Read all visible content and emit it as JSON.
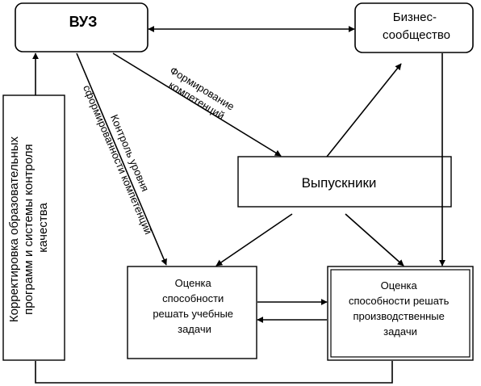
{
  "nodes": {
    "vuz": "ВУЗ",
    "business": [
      "Бизнес-",
      "сообщество"
    ],
    "graduates": "Выпускники",
    "edu_tasks": [
      "Оценка",
      "способности",
      "решать учебные",
      "задачи"
    ],
    "prod_tasks": [
      "Оценка",
      "способности решать",
      "производственные",
      "задачи"
    ],
    "correction": [
      "Корректировка образовательных",
      "программ и системы контроля",
      "качества"
    ]
  },
  "edges": {
    "forming": [
      "Формирование",
      "компетенций"
    ],
    "control": [
      "Контроль уровня",
      "сформированности компетенций"
    ]
  }
}
